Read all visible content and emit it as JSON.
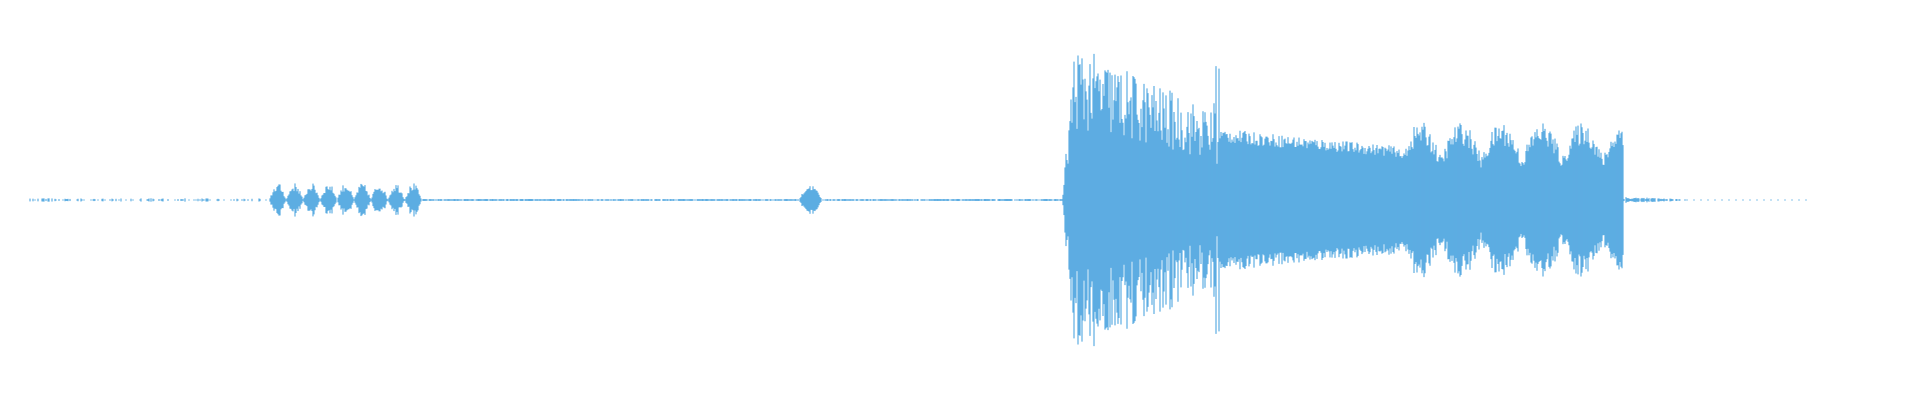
{
  "waveform": {
    "color": "#5dade2",
    "background": "#ffffff",
    "segments": [
      {
        "start": 0.0,
        "end": 0.1345,
        "peak": 0.01,
        "kind": "dotted-noise"
      },
      {
        "start": 0.1345,
        "end": 0.22,
        "peak": 0.1,
        "kind": "speech-bursts"
      },
      {
        "start": 0.22,
        "end": 0.432,
        "peak": 0.006,
        "kind": "silence"
      },
      {
        "start": 0.432,
        "end": 0.445,
        "peak": 0.09,
        "kind": "blip"
      },
      {
        "start": 0.445,
        "end": 0.58,
        "peak": 0.006,
        "kind": "silence"
      },
      {
        "start": 0.58,
        "end": 0.665,
        "peak": 0.95,
        "kind": "loud-attack"
      },
      {
        "start": 0.665,
        "end": 0.669,
        "peak": 0.9,
        "kind": "cut"
      },
      {
        "start": 0.669,
        "end": 0.77,
        "peak": 0.42,
        "kind": "sustain"
      },
      {
        "start": 0.77,
        "end": 0.895,
        "peak": 0.46,
        "kind": "sustain-modulated"
      },
      {
        "start": 0.895,
        "end": 0.94,
        "peak": 0.02,
        "kind": "tail"
      },
      {
        "start": 0.94,
        "end": 1.0,
        "peak": 0.0,
        "kind": "empty"
      }
    ]
  }
}
